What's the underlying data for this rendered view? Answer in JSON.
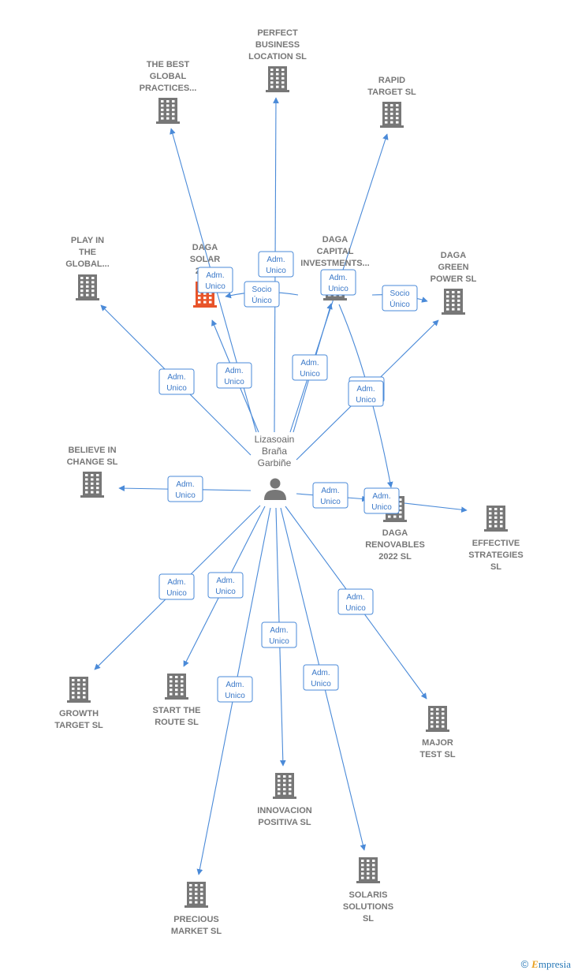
{
  "center": {
    "label_lines": [
      "Lizasoain",
      "Braña",
      "Garbiñe"
    ]
  },
  "companies": [
    {
      "id": "perfect",
      "lines": [
        "PERFECT",
        "BUSINESS",
        "LOCATION  SL"
      ],
      "highlight": false
    },
    {
      "id": "bestglobal",
      "lines": [
        "THE BEST",
        "GLOBAL",
        "PRACTICES..."
      ],
      "highlight": false
    },
    {
      "id": "rapid",
      "lines": [
        "RAPID",
        "TARGET  SL"
      ],
      "highlight": false
    },
    {
      "id": "playin",
      "lines": [
        "PLAY IN",
        "THE",
        "GLOBAL..."
      ],
      "highlight": false
    },
    {
      "id": "dagasolar",
      "lines": [
        "DAGA",
        "SOLAR",
        "2022"
      ],
      "highlight": true
    },
    {
      "id": "dagacapital",
      "lines": [
        "DAGA",
        "CAPITAL",
        "INVESTMENTS..."
      ],
      "highlight": false
    },
    {
      "id": "dagagreen",
      "lines": [
        "DAGA",
        "GREEN",
        "POWER  SL"
      ],
      "highlight": false
    },
    {
      "id": "believe",
      "lines": [
        "BELIEVE IN",
        "CHANGE  SL"
      ],
      "highlight": false
    },
    {
      "id": "dagarenov",
      "lines": [
        "DAGA",
        "RENOVABLES",
        "2022  SL"
      ],
      "highlight": false
    },
    {
      "id": "effective",
      "lines": [
        "EFFECTIVE",
        "STRATEGIES",
        "SL"
      ],
      "highlight": false
    },
    {
      "id": "growth",
      "lines": [
        "GROWTH",
        "TARGET SL"
      ],
      "highlight": false
    },
    {
      "id": "startroute",
      "lines": [
        "START THE",
        "ROUTE  SL"
      ],
      "highlight": false
    },
    {
      "id": "major",
      "lines": [
        "MAJOR",
        "TEST  SL"
      ],
      "highlight": false
    },
    {
      "id": "innovacion",
      "lines": [
        "INNOVACION",
        "POSITIVA  SL"
      ],
      "highlight": false
    },
    {
      "id": "solaris",
      "lines": [
        "SOLARIS",
        "SOLUTIONS",
        "SL"
      ],
      "highlight": false
    },
    {
      "id": "precious",
      "lines": [
        "PRECIOUS",
        "MARKET  SL"
      ],
      "highlight": false
    }
  ],
  "edges": [
    {
      "to": "bestglobal",
      "label_lines": [
        "Adm.",
        "Unico"
      ]
    },
    {
      "to": "perfect",
      "label_lines": [
        "Adm.",
        "Unico"
      ]
    },
    {
      "to": "rapid",
      "label_lines": [
        "Adm.",
        "Unico"
      ]
    },
    {
      "to": "playin",
      "label_lines": [
        "Adm.",
        "Unico"
      ]
    },
    {
      "to": "dagasolar",
      "label_lines": [
        "Adm.",
        "Unico"
      ]
    },
    {
      "to": "dagacapital",
      "label_lines": [
        "Adm.",
        "Unico"
      ]
    },
    {
      "to": "dagagreen",
      "label_lines": [
        "Adm.",
        "Unico"
      ]
    },
    {
      "to": "believe",
      "label_lines": [
        "Adm.",
        "Unico"
      ]
    },
    {
      "to": "dagarenov",
      "label_lines": [
        "Adm.",
        "Unico"
      ]
    },
    {
      "to": "effective",
      "label_lines": [
        "Adm.",
        "Unico"
      ]
    },
    {
      "to": "growth",
      "label_lines": [
        "Adm.",
        "Unico"
      ]
    },
    {
      "to": "startroute",
      "label_lines": [
        "Adm.",
        "Unico"
      ]
    },
    {
      "to": "major",
      "label_lines": [
        "Adm.",
        "Unico"
      ]
    },
    {
      "to": "innovacion",
      "label_lines": [
        "Adm.",
        "Unico"
      ]
    },
    {
      "to": "solaris",
      "label_lines": [
        "Adm.",
        "Unico"
      ]
    },
    {
      "to": "precious",
      "label_lines": [
        "Adm.",
        "Unico"
      ]
    }
  ],
  "company_edges": [
    {
      "from": "dagacapital",
      "to": "dagasolar",
      "label_lines": [
        "Socio",
        "Único"
      ]
    },
    {
      "from": "dagacapital",
      "to": "dagagreen",
      "label_lines": [
        "Socio",
        "Único"
      ]
    },
    {
      "from": "dagacapital",
      "to": "dagarenov",
      "label_lines": [
        "Adm.",
        "Unico"
      ]
    }
  ],
  "colors": {
    "edge": "#4a8ad8",
    "building": "#777777",
    "highlight": "#e8542a"
  },
  "footer": {
    "copyright": "©",
    "brand_initial": "E",
    "brand_rest": "mpresia"
  }
}
